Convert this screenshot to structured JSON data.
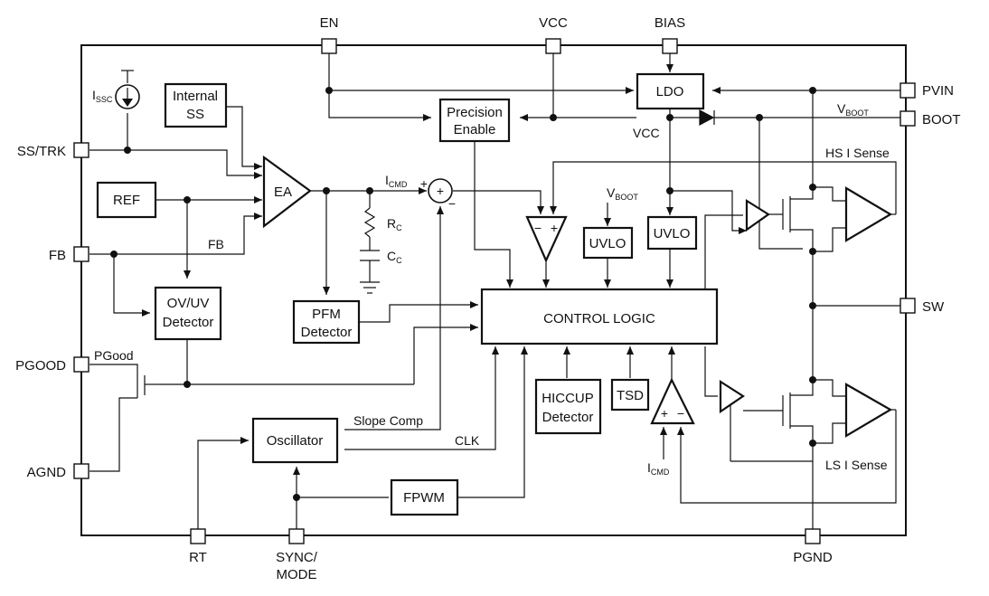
{
  "pins": {
    "en": "EN",
    "vcc": "VCC",
    "bias": "BIAS",
    "pvin": "PVIN",
    "boot": "BOOT",
    "ss_trk": "SS/TRK",
    "fb": "FB",
    "pgood": "PGOOD",
    "agnd": "AGND",
    "sw": "SW",
    "rt": "RT",
    "sync_mode_1": "SYNC/",
    "sync_mode_2": "MODE",
    "pgnd": "PGND"
  },
  "blocks": {
    "internal_ss_1": "Internal",
    "internal_ss_2": "SS",
    "ref": "REF",
    "ea": "EA",
    "ovuv_1": "OV/UV",
    "ovuv_2": "Detector",
    "pfm_1": "PFM",
    "pfm_2": "Detector",
    "precision_enable_1": "Precision",
    "precision_enable_2": "Enable",
    "ldo": "LDO",
    "uvlo_1": "UVLO",
    "uvlo_2": "UVLO",
    "control_logic": "CONTROL LOGIC",
    "hiccup_1": "HICCUP",
    "hiccup_2": "Detector",
    "tsd": "TSD",
    "oscillator": "Oscillator",
    "fpwm": "FPWM"
  },
  "labels": {
    "issc_main": "I",
    "issc_sub": "SSC",
    "icmd_main": "I",
    "icmd_sub": "CMD",
    "icmd2_main": "I",
    "icmd2_sub": "CMD",
    "rc_main": "R",
    "rc_sub": "C",
    "cc_main": "C",
    "cc_sub": "C",
    "vboot_main": "V",
    "vboot_sub": "BOOT",
    "vboot2_main": "V",
    "vboot2_sub": "BOOT",
    "vcc_internal": "VCC",
    "fb_internal": "FB",
    "pgood_internal": "PGood",
    "slope_comp": "Slope Comp",
    "clk": "CLK",
    "hs_sense": "HS I Sense",
    "ls_sense": "LS I Sense",
    "plus": "+",
    "minus": "−"
  }
}
